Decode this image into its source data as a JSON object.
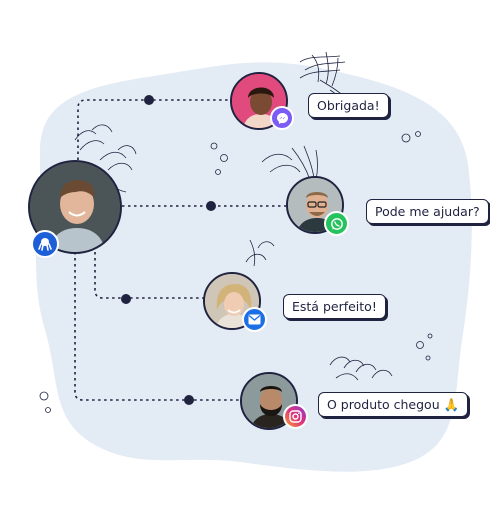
{
  "agent": {
    "avatar_icon": "agent-avatar",
    "badge_icon": "octopus-icon",
    "badge_color": "#1d5fd8"
  },
  "contacts": [
    {
      "id": "messenger",
      "message": "Obrigada!",
      "channel_icon": "messenger-icon",
      "channel_color": "#7b5cf5"
    },
    {
      "id": "whatsapp",
      "message": "Pode me ajudar?",
      "channel_icon": "whatsapp-icon",
      "channel_color": "#25c35e"
    },
    {
      "id": "email",
      "message": "Está perfeito!",
      "channel_icon": "email-icon",
      "channel_color": "#1d6fe6"
    },
    {
      "id": "instagram",
      "message": "O produto chegou 🙏",
      "channel_icon": "instagram-icon",
      "channel_color": "#e0337a"
    }
  ],
  "colors": {
    "blob": "#e3ebf5",
    "line": "#1f2340",
    "outline": "#1f2340"
  }
}
